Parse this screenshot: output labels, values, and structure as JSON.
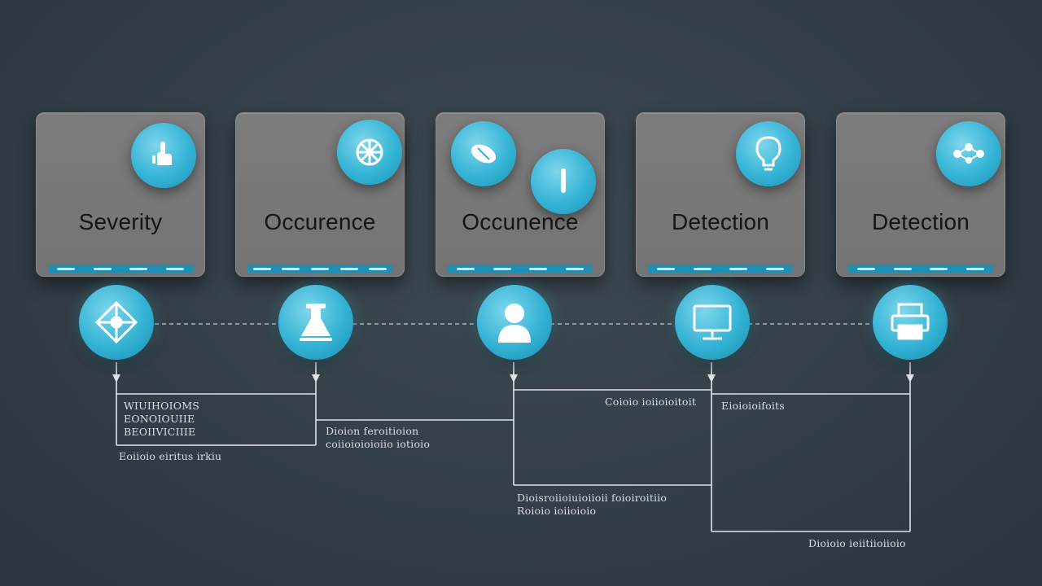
{
  "cards": [
    {
      "title": "Severity",
      "icon": "hand-icon"
    },
    {
      "title": "Occurence",
      "icon": "network-icon"
    },
    {
      "title": "Occunence",
      "icon": "pill-icon",
      "icon2": "pen-icon"
    },
    {
      "title": "Detection",
      "icon": "bulb-icon"
    },
    {
      "title": "Detection",
      "icon": "molecule-icon"
    }
  ],
  "nodes": [
    {
      "icon": "network-diamond-icon"
    },
    {
      "icon": "lab-flask-icon"
    },
    {
      "icon": "person-icon"
    },
    {
      "icon": "monitor-icon"
    },
    {
      "icon": "printer-icon"
    }
  ],
  "notes": {
    "n1": "WIUIHOIOMS\nEONOIOUIIE\nBEOIIVICIIIE",
    "n2": "Eoiioio eiritus irkiu",
    "n3": "Dioion feroitioion\ncoiioioioioiio iotioio",
    "n4": "Coioio ioiioioitoit",
    "n5": "Eioioioifoits",
    "n6": "Dioisroiioiuioiioii foioiroitiio\nRoioio ioiioioio",
    "n7": "Dioioio ieiitiioiioio"
  },
  "colors": {
    "accent": "#33b2d4",
    "card": "#777777",
    "background": "#323d45"
  }
}
